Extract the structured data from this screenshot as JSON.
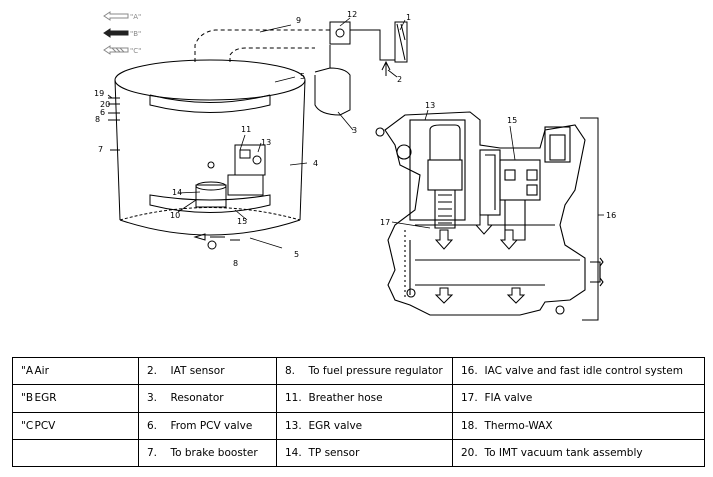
{
  "callouts": {
    "n1": "1",
    "n2": "2",
    "n3": "3",
    "n4": "4",
    "n5a": "5",
    "n5b": "5",
    "n6": "6",
    "n7": "7",
    "n8a": "8",
    "n8b": "8",
    "n9": "9",
    "n10": "10",
    "n11": "11",
    "n12": "12",
    "n13a": "13",
    "n13b": "13",
    "n14": "14",
    "n15a": "15",
    "n15b": "15",
    "n16": "16",
    "n17": "17",
    "n19": "19",
    "n20": "20"
  },
  "diagram_legend": {
    "a": "\"A\"",
    "b": "\"B\"",
    "c": "\"C\""
  },
  "legend_rows": [
    {
      "k1": "\"A\":",
      "v1": "Air",
      "k2": "2.",
      "v2": "IAT sensor",
      "k3": "8.",
      "v3": "To fuel pressure regulator",
      "k4": "16.",
      "v4": "IAC valve and fast idle control system"
    },
    {
      "k1": "\"B\":",
      "v1": "EGR",
      "k2": "3.",
      "v2": "Resonator",
      "k3": "11.",
      "v3": "Breather hose",
      "k4": "17.",
      "v4": "FIA valve"
    },
    {
      "k1": "\"C\":",
      "v1": "PCV",
      "k2": "6.",
      "v2": "From PCV valve",
      "k3": "13.",
      "v3": "EGR valve",
      "k4": "18.",
      "v4": "Thermo-WAX"
    },
    {
      "k1": "",
      "v1": "",
      "k2": "7.",
      "v2": "To brake booster",
      "k3": "14.",
      "v3": "TP sensor",
      "k4": "20.",
      "v4": "To IMT vacuum tank assembly"
    }
  ]
}
